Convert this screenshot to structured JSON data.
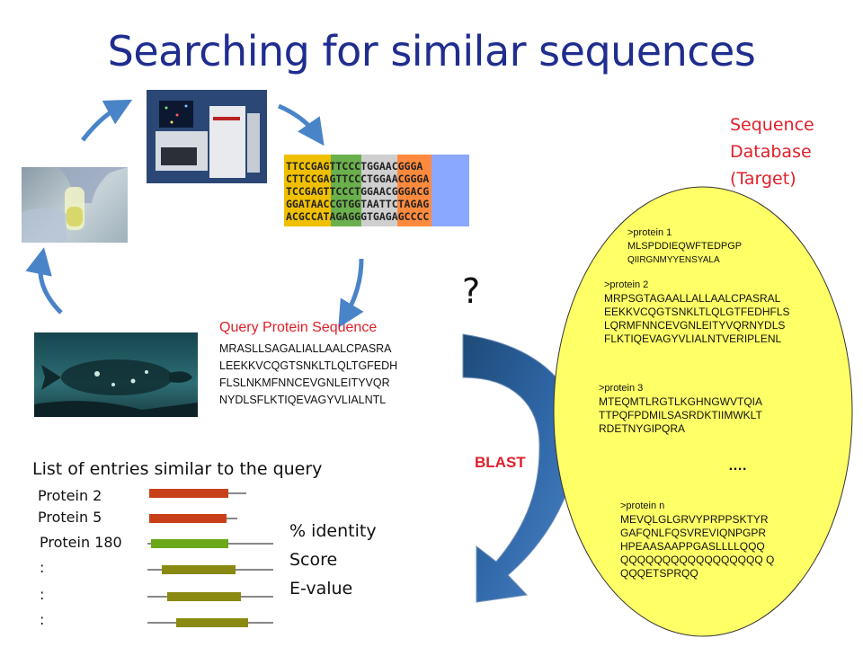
{
  "title": "Searching for similar sequences",
  "query": {
    "heading": "Query Protein Sequence",
    "lines": [
      "MRASLLSAGALIALLAALCPASRA",
      "LEEKKVCQGTSNKLTLQLTGFEDH",
      "FLSLNKMFNNCEVGNLEITYVQR",
      "NYDLSFLKTIQEVAGYVLIALNTL"
    ]
  },
  "dna_panel": {
    "rows": [
      "TTCCGAGTTCCCTGGAACGGGA",
      "CTTCCGAGTTCCCTGGAACGGGA",
      "TCCGAGTTCCCTGGAACGGGACG",
      "GGATAACCGTGGTAATTCTAGAG",
      "ACGCCATAGAGGGTGAGAGCCCC"
    ]
  },
  "question_mark": "?",
  "blast_label": "BLAST",
  "database": {
    "title_lines": [
      "Sequence",
      "Database",
      "(Target)"
    ],
    "proteins": [
      {
        "lines": [
          ">protein 1",
          "MLSPDDIEQWFTEDPGP",
          "QIIRGNMYYENSYALA"
        ]
      },
      {
        "lines": [
          ">protein 2",
          "MRPSGTAGAALLALLAALCPASRAL",
          "EEKKVCQGTSNKLTLQLGTFEDHFLS",
          "LQRMFNNCEVGNLEITYVQRNYDLS",
          "FLKTIQEVAGYVLIALNTVERIPLENL"
        ]
      },
      {
        "lines": [
          ">protein 3",
          "MTEQMTLRGTLKGHNGWVTQIA",
          "TTPQFPDMILSASRDKTIIMWKLT",
          "RDETNYGIPQRA"
        ]
      },
      {
        "lines": [
          ">protein n",
          "MEVQLGLGRVYPRPPSKTYR",
          "GAFQNLFQSVREVIQNPGPR",
          "HPEAASAAPPGASLLLLQQQ",
          "QQQQQQQQQQQQQQQQQ Q",
          "QQQETSPRQQ"
        ]
      }
    ],
    "ellipsis": "…."
  },
  "results": {
    "heading": "List of entries similar to the query",
    "entries": [
      "Protein 2",
      "Protein 5",
      "Protein 180",
      ":",
      ":",
      ":"
    ],
    "metrics": [
      "% identity",
      "Score",
      "E-value"
    ]
  },
  "colors": {
    "title": "#1f2d8f",
    "accent_red": "#e0202a",
    "arrow_blue": "#4a84c8",
    "db_fill": "#ffff66",
    "bar_red": "#c8401a",
    "bar_green": "#6aa818",
    "bar_olive": "#8a8a12"
  }
}
